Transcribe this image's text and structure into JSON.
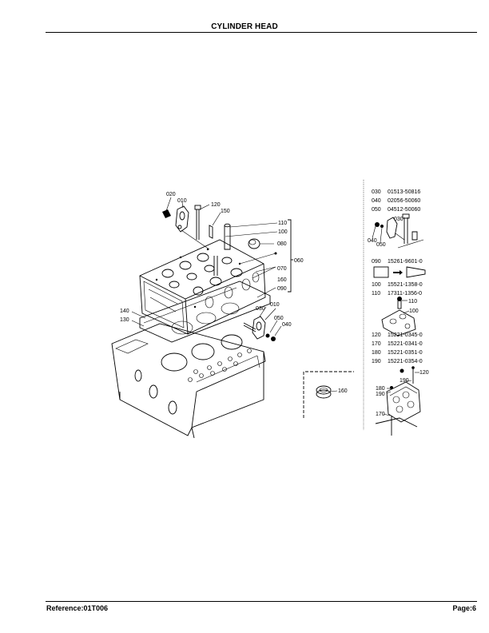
{
  "header": {
    "title": "CYLINDER HEAD"
  },
  "footer": {
    "reference": "Reference:01T006",
    "page": "Page:6"
  },
  "main_diagram": {
    "callouts": {
      "c020": "020",
      "c010_top": "010",
      "c120": "120",
      "c150": "150",
      "c110": "110",
      "c100": "100",
      "c080": "080",
      "c060": "060",
      "c070": "070",
      "c160": "160",
      "c090": "090",
      "c010_side": "010",
      "c030": "030",
      "c050": "050",
      "c040": "040",
      "c140": "140",
      "c130": "130"
    },
    "inset_callout": "160"
  },
  "side_panel": {
    "groups": [
      {
        "parts": [
          {
            "ref": "030",
            "part_no": "01513-50816"
          },
          {
            "ref": "040",
            "part_no": "02056-50060"
          },
          {
            "ref": "050",
            "part_no": "04512-50060"
          }
        ],
        "callouts": {
          "a": "030",
          "b": "040",
          "c": "050"
        }
      },
      {
        "parts": [
          {
            "ref": "090",
            "part_no": "15261-9601-0"
          }
        ]
      },
      {
        "parts": [
          {
            "ref": "100",
            "part_no": "15521-1358-0"
          },
          {
            "ref": "110",
            "part_no": "17311-1356-0"
          }
        ],
        "callouts": {
          "a": "110",
          "b": "100"
        }
      },
      {
        "parts": [
          {
            "ref": "120",
            "part_no": "15221-0345-0"
          },
          {
            "ref": "170",
            "part_no": "15221-0341-0"
          },
          {
            "ref": "180",
            "part_no": "15221-0351-0"
          },
          {
            "ref": "190",
            "part_no": "15221-0354-0"
          }
        ],
        "callouts": {
          "a": "120",
          "b": "190",
          "c": "180",
          "d": "190",
          "e": "170"
        }
      }
    ]
  }
}
